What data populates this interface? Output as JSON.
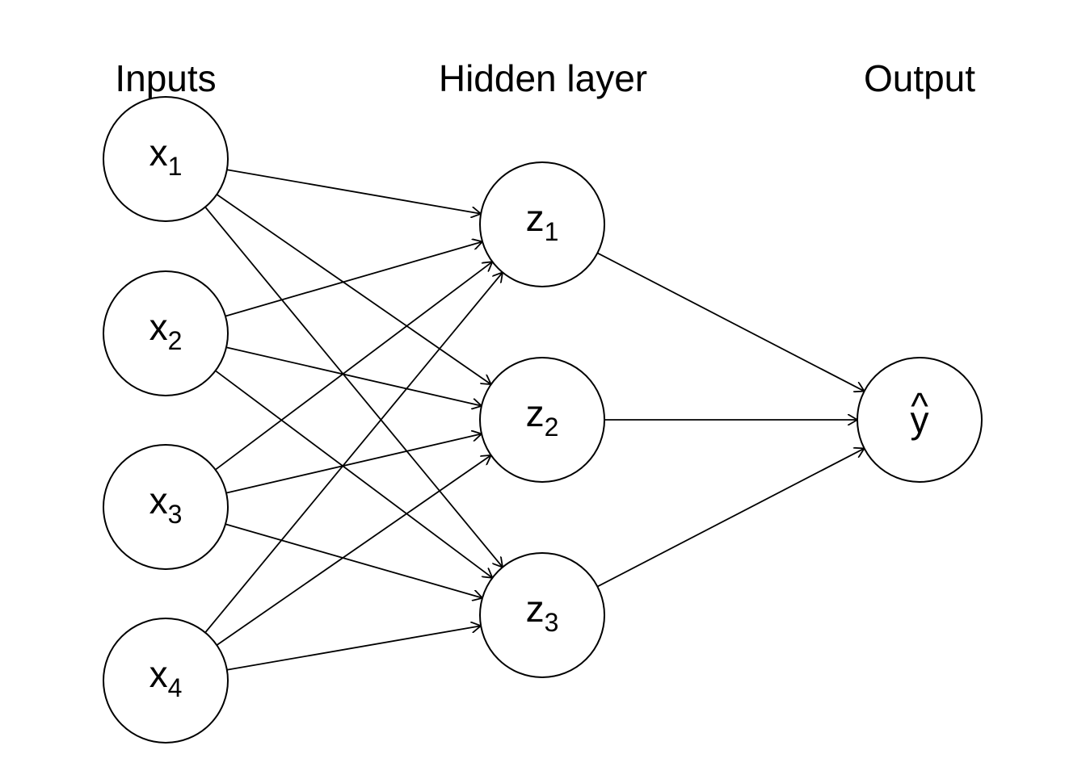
{
  "layers": {
    "inputs_title": "Inputs",
    "hidden_title": "Hidden layer",
    "output_title": "Output"
  },
  "nodes": {
    "x1": {
      "base": "x",
      "sub": "1"
    },
    "x2": {
      "base": "x",
      "sub": "2"
    },
    "x3": {
      "base": "x",
      "sub": "3"
    },
    "x4": {
      "base": "x",
      "sub": "4"
    },
    "z1": {
      "base": "z",
      "sub": "1"
    },
    "z2": {
      "base": "z",
      "sub": "2"
    },
    "z3": {
      "base": "z",
      "sub": "3"
    },
    "yhat": {
      "base": "y",
      "accent": "^"
    }
  },
  "edges": [
    [
      "x1",
      "z1"
    ],
    [
      "x1",
      "z2"
    ],
    [
      "x1",
      "z3"
    ],
    [
      "x2",
      "z1"
    ],
    [
      "x2",
      "z2"
    ],
    [
      "x2",
      "z3"
    ],
    [
      "x3",
      "z1"
    ],
    [
      "x3",
      "z2"
    ],
    [
      "x3",
      "z3"
    ],
    [
      "x4",
      "z1"
    ],
    [
      "x4",
      "z2"
    ],
    [
      "x4",
      "z3"
    ],
    [
      "z1",
      "yhat"
    ],
    [
      "z2",
      "yhat"
    ],
    [
      "z3",
      "yhat"
    ]
  ]
}
